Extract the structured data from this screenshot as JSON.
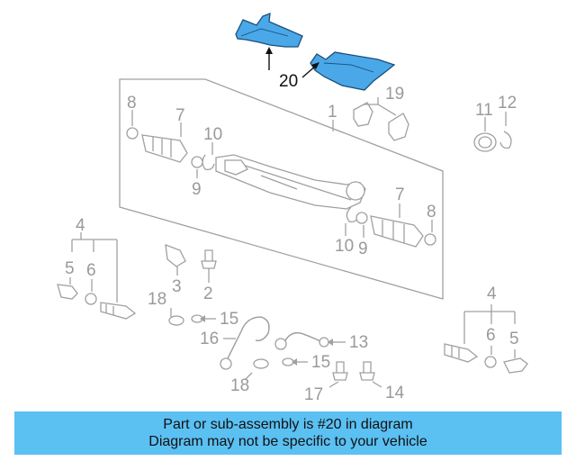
{
  "diagram": {
    "callouts": {
      "c20": "20",
      "c1": "1",
      "c19": "19",
      "c8a": "8",
      "c7a": "7",
      "c10a": "10",
      "c9a": "9",
      "c11": "11",
      "c12": "12",
      "c7b": "7",
      "c8b": "8",
      "c10b": "10",
      "c9b": "9",
      "c4a": "4",
      "c5a": "5",
      "c6a": "6",
      "c3": "3",
      "c2": "2",
      "c18a": "18",
      "c15a": "15",
      "c16": "16",
      "c13": "13",
      "c15b": "15",
      "c18b": "18",
      "c17": "17",
      "c14": "14",
      "c4b": "4",
      "c6b": "6",
      "c5b": "5"
    },
    "highlight_color": "#4aa8e8"
  },
  "banner": {
    "line1": "Part or sub-assembly is #20 in diagram",
    "line2": "Diagram may not be specific to your vehicle",
    "color": "#5bc0f2"
  }
}
